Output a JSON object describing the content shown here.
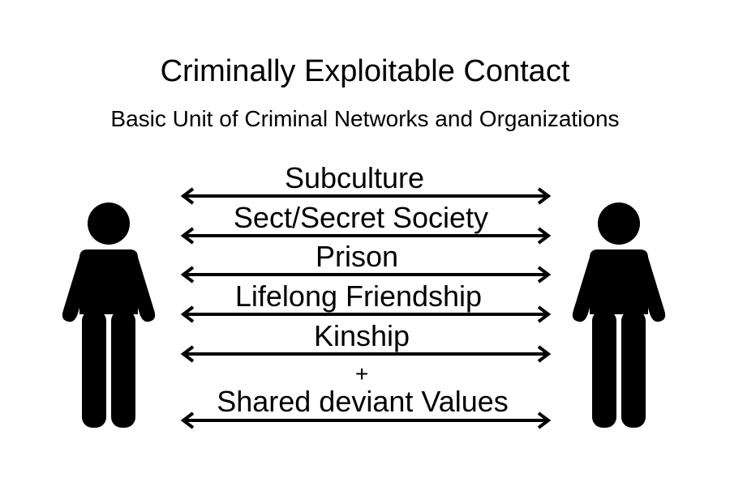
{
  "title": "Criminally Exploitable Contact",
  "subtitle": "Basic Unit of Criminal Networks and Organizations",
  "connections": [
    "Subculture",
    "Sect/Secret Society",
    "Prison",
    "Lifelong Friendship",
    "Kinship"
  ],
  "plus_sign": "+",
  "shared_values": "Shared deviant Values",
  "icons": {
    "left_person": "person-icon",
    "right_person": "person-icon",
    "arrows": "double-headed-arrow"
  },
  "colors": {
    "foreground": "#000000",
    "background": "#ffffff"
  }
}
